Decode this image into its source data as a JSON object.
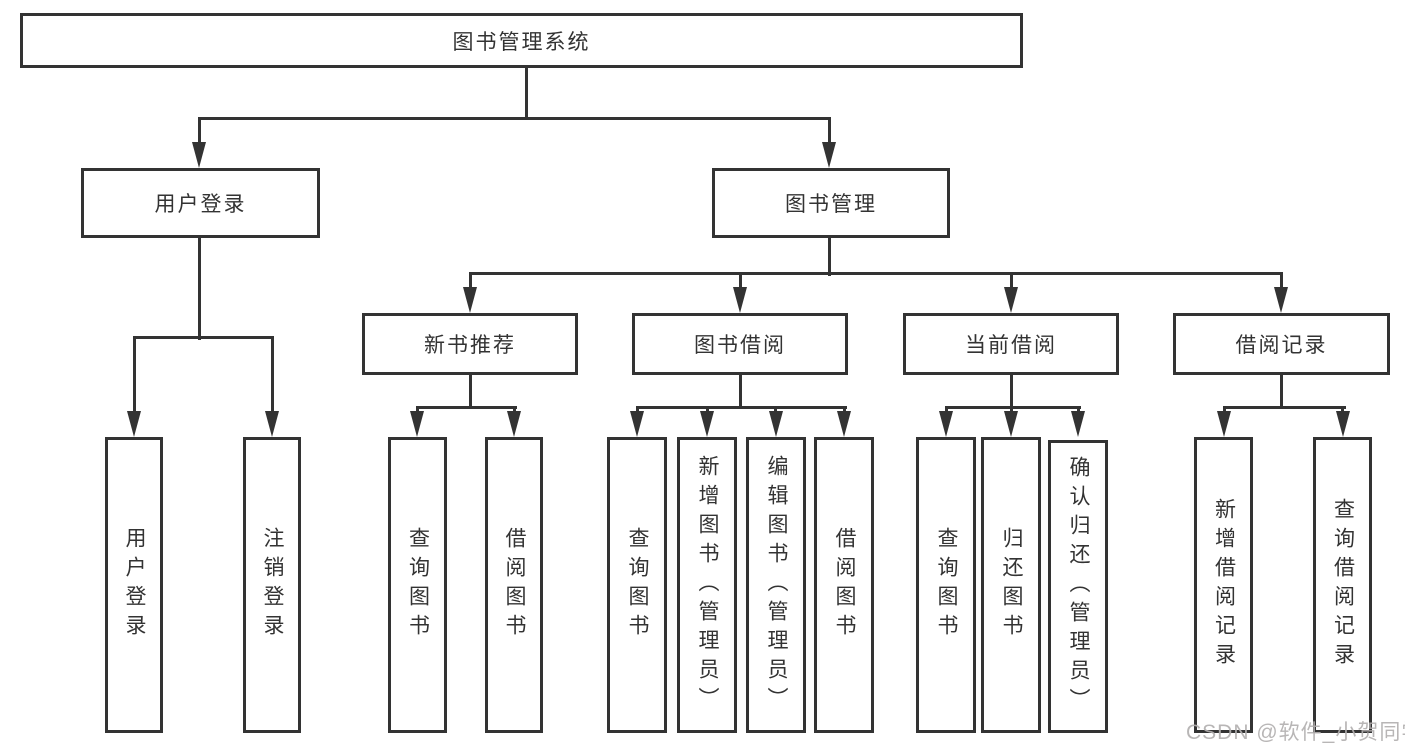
{
  "nodes": {
    "root": "图书管理系统",
    "user_login": "用户登录",
    "book_mgmt": "图书管理",
    "new_book_rec": "新书推荐",
    "book_borrow": "图书借阅",
    "current_borrow": "当前借阅",
    "borrow_record": "借阅记录",
    "logout": "注销登录",
    "query_book": "查询图书",
    "borrow_book": "借阅图书",
    "add_book_admin": "新增图书（管理员）",
    "edit_book_admin": "编辑图书（管理员）",
    "return_book": "归还图书",
    "confirm_return_admin": "确认归还（管理员）",
    "add_borrow_record": "新增借阅记录",
    "query_borrow_record": "查询借阅记录"
  },
  "hierarchy": {
    "图书管理系统": {
      "用户登录": [
        "用户登录",
        "注销登录"
      ],
      "图书管理": {
        "新书推荐": [
          "查询图书",
          "借阅图书"
        ],
        "图书借阅": [
          "查询图书",
          "新增图书（管理员）",
          "编辑图书（管理员）",
          "借阅图书"
        ],
        "当前借阅": [
          "查询图书",
          "归还图书",
          "确认归还（管理员）"
        ],
        "借阅记录": [
          "新增借阅记录",
          "查询借阅记录"
        ]
      }
    }
  },
  "watermark": {
    "text": "CSDN @软件_小贺同学",
    "color": "#b3b0b0"
  },
  "colors": {
    "line": "#333333",
    "box_border": "#333333",
    "text": "#333333",
    "background": "#ffffff"
  }
}
